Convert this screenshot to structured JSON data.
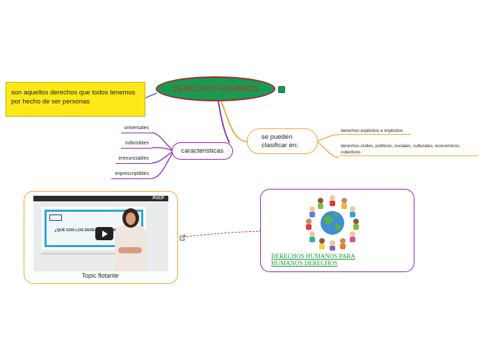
{
  "central": {
    "label": "DERECHOS HUMANOS"
  },
  "definition": {
    "text": "son aquellos derechos que todos tenemos por hecho de ser personas"
  },
  "characteristics": {
    "label": "caracteristicas",
    "items": [
      "universales",
      "indivisibles",
      "irrenunciables",
      "imprescriptibles"
    ]
  },
  "classification": {
    "label": "se pueden clasificar en:",
    "items": [
      "derechos explicitos  e implicitos",
      "derechos civiles, politicos, sociales, culturales, economicos, colectivos"
    ]
  },
  "floating_topic": {
    "label": "Topic flotante",
    "video": {
      "brand": "PUCP",
      "screen_title": "¿QUÉ SON LOS DERECHOS HUMANOS?"
    }
  },
  "image_topic": {
    "link_text": "DERECHOS HUMANOS PARA HUMANOS DERECHOS"
  },
  "colors": {
    "central_fill": "#1a9a50",
    "central_border": "#a8222e",
    "central_text": "#c4262e",
    "definition_fill": "#ffe817",
    "purple": "#8820b8",
    "orange": "#f2a22c",
    "blue_link": "#3a77c8",
    "relation": "#b02230"
  }
}
